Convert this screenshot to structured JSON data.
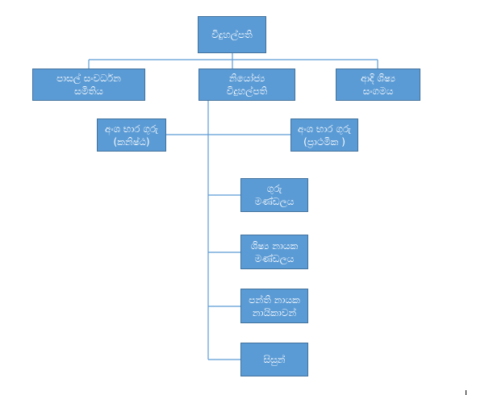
{
  "nodes": {
    "principal": [
      "විදුහල්පති"
    ],
    "school_dev": [
      "පාසල් සංවර්ධන",
      "සමිතිය"
    ],
    "deputy": [
      "නියෝජ්‍ය",
      "විදුහල්පති"
    ],
    "old_students": [
      "ආදි ශිෂ්‍ය",
      "සංගමය"
    ],
    "sectional_junior": [
      "අංශ භාර ගුරු",
      "(කනිෂ්ඨ)"
    ],
    "sectional_primary": [
      "අංශ භාර ගුරු",
      "(ප්‍රාථමික )"
    ],
    "teachers": [
      "ගුරු",
      "මණ්ඩලය"
    ],
    "prefects": [
      "ශිෂ්‍ය නායක",
      "මණ්ඩලය"
    ],
    "class_monitors": [
      "පන්ති නායක",
      "නායිකාවන්"
    ],
    "students": [
      "සිසුන්"
    ]
  },
  "colors": {
    "box_fill": "#5b9bd5",
    "box_border": "#41719c",
    "connector": "#5b9bd5",
    "text": "#ffffff"
  }
}
